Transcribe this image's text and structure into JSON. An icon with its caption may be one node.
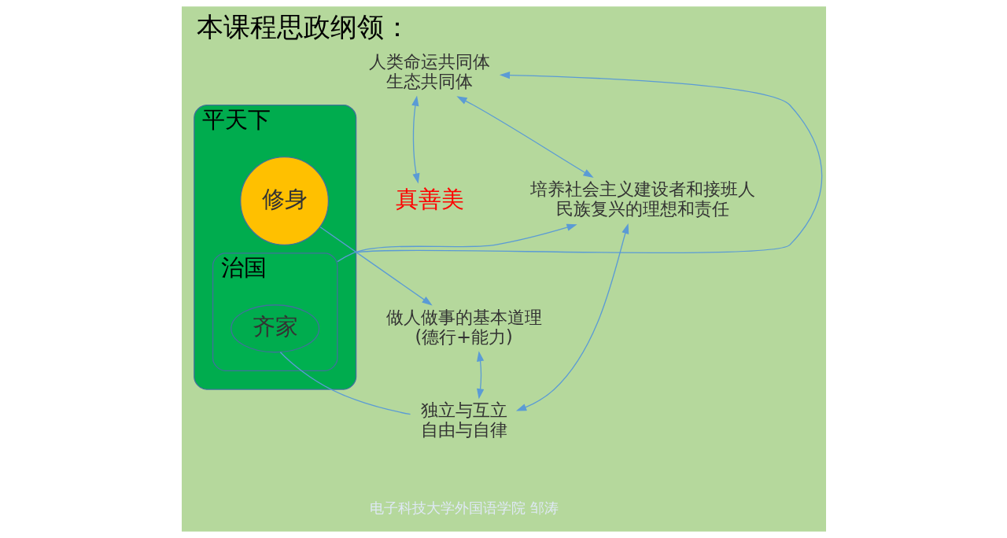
{
  "diagram": {
    "title": "本课程思政纲领：",
    "nodes": [
      {
        "text": [
          "人类命运共同体",
          "生态共同体"
        ]
      },
      {
        "text": [
          "平天下"
        ]
      },
      {
        "text": [
          "治国"
        ],
        "in": 1
      },
      {
        "text": [
          "修身"
        ],
        "in": 1
      },
      {
        "text": [
          "齐家"
        ],
        "in": 2
      },
      {
        "text": [
          "培养社会主义建设者和接班人",
          "民族复兴的理想和责任"
        ]
      },
      {
        "text": [
          "真善美"
        ]
      },
      {
        "text": [
          "做人做事的基本道理",
          "(德行+能力)"
        ]
      },
      {
        "text": [
          "独立与互立",
          "自由与自律"
        ]
      }
    ],
    "edges": [
      {
        "from": 1,
        "to": 0,
        "arrow": "to"
      },
      {
        "from": 0,
        "to": 5,
        "arrow": "both"
      },
      {
        "from": 0,
        "to": 6,
        "arrow": "both"
      },
      {
        "from": 2,
        "to": 5,
        "arrow": "to"
      },
      {
        "from": 3,
        "to": 7,
        "arrow": "to"
      },
      {
        "from": 5,
        "to": 8,
        "arrow": "both"
      },
      {
        "from": 8,
        "to": 7,
        "arrow": "both"
      },
      {
        "from": 4,
        "to": 8,
        "arrow": "none"
      }
    ],
    "labels": [
      "电子科技大学外国语学院 邹涛"
    ]
  }
}
